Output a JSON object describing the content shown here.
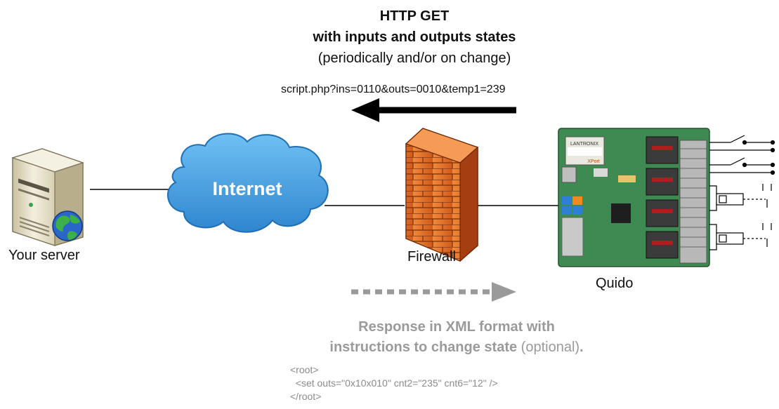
{
  "request": {
    "title": "HTTP GET",
    "subtitle": "with inputs and outputs states",
    "note": "(periodically and/or on change)",
    "query": "script.php?ins=0110&outs=0010&temp1=239"
  },
  "nodes": {
    "server": "Your server",
    "cloud": "Internet",
    "firewall": "Firewall",
    "device": "Quido",
    "device_brand": "LANTRONIX",
    "device_sub": "XPort"
  },
  "response": {
    "line1": "Response in XML format with",
    "line2_bold": "instructions to change state",
    "line2_rest": " (optional)",
    "line2_end": ".",
    "xml_lines": [
      "<root>",
      "  <set outs=\"0x10x010\" cnt2=\"235\" cnt6=\"12\" />",
      "</root>"
    ]
  },
  "colors": {
    "cloud_fill": "#4aa3e0",
    "cloud_stroke": "#1f6fb3",
    "firewall_brick": "#e8762b",
    "board_green": "#3f8a52",
    "response_gray": "#9a9a9a"
  }
}
